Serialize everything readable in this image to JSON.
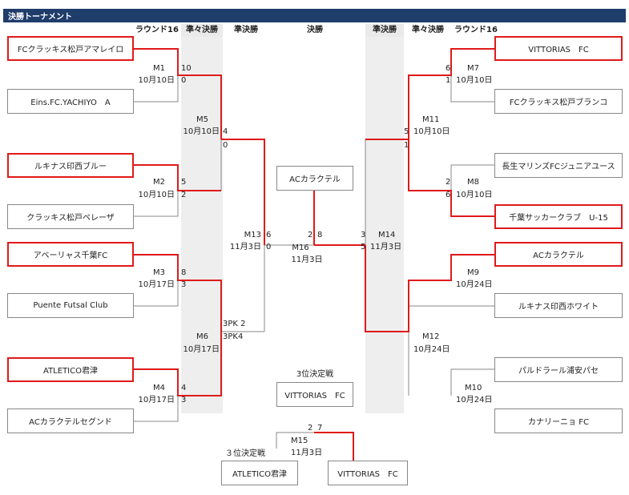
{
  "title": "決勝トーナメント",
  "headers": {
    "r16": "ラウンド16",
    "qf": "準々決勝",
    "sf": "準決勝",
    "final": "決勝",
    "sf2": "準決勝",
    "qf2": "準々決勝",
    "r16_2": "ラウンド16"
  },
  "left_teams": [
    "FCクラッキス松戸アマレイロ",
    "Eins.FC.YACHIYO　A",
    "ルキナス印西ブルー",
    "クラッキス松戸ペレーザ",
    "アベーリャス千葉FC",
    "Puente Futsal Club",
    "ATLETICO君津",
    "ACカラクテルセグンド"
  ],
  "right_teams": [
    "VITTORIAS　FC",
    "FCクラッキス松戸ブランコ",
    "長生マリンズFCジュニアユース",
    "千葉サッカークラブ　U-15",
    "ACカラクテル",
    "ルキナス印西ホワイト",
    "パルドラール浦安パセ",
    "カナリーニョ FC"
  ],
  "left_matches": [
    {
      "id": "M1",
      "date": "10月10日",
      "top": "10",
      "bot": "0"
    },
    {
      "id": "M2",
      "date": "10月10日",
      "top": "5",
      "bot": "2"
    },
    {
      "id": "M3",
      "date": "10月17日",
      "top": "8",
      "bot": "3"
    },
    {
      "id": "M4",
      "date": "10月17日",
      "top": "4",
      "bot": "3"
    }
  ],
  "right_matches": [
    {
      "id": "M7",
      "date": "10月10日",
      "top": "6",
      "bot": "1"
    },
    {
      "id": "M8",
      "date": "10月10日",
      "top": "2",
      "bot": "6"
    },
    {
      "id": "M9",
      "date": "10月24日"
    },
    {
      "id": "M10",
      "date": "10月24日"
    }
  ],
  "qf_left": [
    {
      "id": "M5",
      "date": "10月10日",
      "top": "4",
      "bot": "0"
    },
    {
      "id": "M6",
      "date": "10月17日",
      "top": "3PK 2",
      "bot": "3PK4"
    }
  ],
  "qf_right": [
    {
      "id": "M11",
      "date": "10月10日",
      "top": "5",
      "bot": "1"
    },
    {
      "id": "M12",
      "date": "10月24日"
    }
  ],
  "sf": {
    "m13": {
      "id": "M13",
      "date": "11月3日",
      "top": "6",
      "bot": "0"
    },
    "m14": {
      "id": "M14",
      "date": "11月3日",
      "top": "3",
      "bot": "5"
    }
  },
  "final": {
    "id": "M16",
    "date": "11月3日",
    "left": "2",
    "right": "8",
    "winner": "ACカラクテル"
  },
  "third": {
    "title_top": "3位決定戦",
    "winner": "VITTORIAS　FC",
    "id": "M15",
    "date": "11月3日",
    "left": "2",
    "right": "7",
    "label_left": "３位決定戦",
    "team_left": "ATLETICO君津",
    "team_right": "VITTORIAS　FC"
  },
  "colors": {
    "win_line": "#e01a1a",
    "line": "#888888",
    "title_bg": "#1f3d6b"
  }
}
